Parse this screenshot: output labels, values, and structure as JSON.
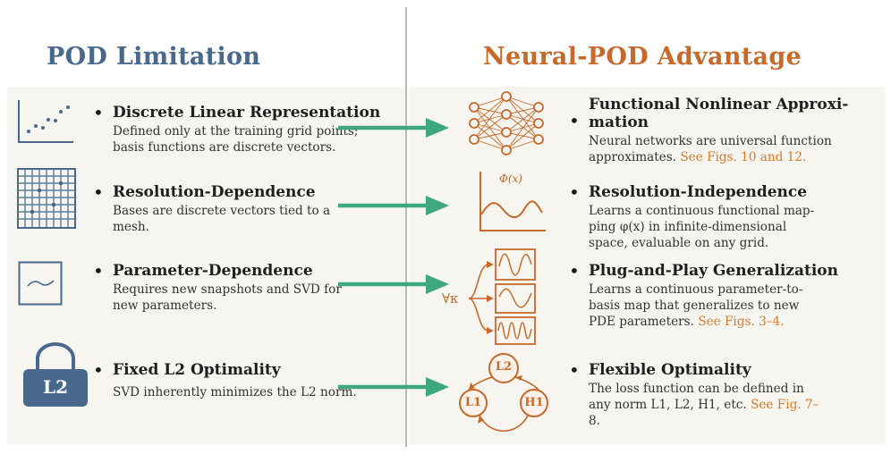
{
  "titles": {
    "left": "POD Limitation",
    "right": "Neural-POD Advantage"
  },
  "colors": {
    "left_blue": "#48688c",
    "right_orange": "#c8692a",
    "arrow_green": "#3fa87e",
    "panel_bg": "#f7f5f0"
  },
  "left_items": [
    {
      "title": "Discrete Linear Representation",
      "lines": [
        "Defined only at the training grid points;",
        "basis functions are discrete vectors."
      ],
      "icon": "scatter-plot-icon"
    },
    {
      "title": "Resolution-Dependence",
      "lines": [
        "Bases are discrete vectors tied to a",
        "mesh."
      ],
      "icon": "mesh-grid-icon"
    },
    {
      "title": "Parameter-Dependence",
      "lines": [
        "Requires new snapshots and SVD for",
        "new parameters."
      ],
      "icon": "curve-box-icon"
    },
    {
      "title": "Fixed L2 Optimality",
      "lines": [
        "SVD inherently minimizes the L2 norm."
      ],
      "icon": "padlock-icon",
      "icon_label": "L2"
    }
  ],
  "right_items": [
    {
      "title_lines": [
        "Functional Nonlinear Approxi-",
        "mation"
      ],
      "lines": [
        "Neural networks are universal function",
        "approximates."
      ],
      "ref": "See Figs. 10 and 12.",
      "icon": "neural-network-icon"
    },
    {
      "title_lines": [
        "Resolution-Independence"
      ],
      "lines": [
        "Learns a continuous functional map-",
        "ping φ(x) in infinite-dimensional",
        "space, evaluable on any grid."
      ],
      "ref": "",
      "icon": "function-plot-icon",
      "icon_label": "Φ(x)"
    },
    {
      "title_lines": [
        "Plug-and-Play Generalization"
      ],
      "lines": [
        "Learns a continuous parameter-to-",
        "basis map that generalizes to new",
        "PDE parameters."
      ],
      "ref": "See Figs. 3–4.",
      "icon": "forall-kappa-icon",
      "icon_label": "∀κ"
    },
    {
      "title_lines": [
        "Flexible Optimality"
      ],
      "lines": [
        "The loss function can be defined in",
        "any norm L1, L2, H1, etc."
      ],
      "ref": "See Fig. 7–",
      "ref_line2": "8.",
      "icon": "norm-cycle-icon",
      "icon_labels": [
        "L2",
        "L1",
        "H1"
      ]
    }
  ]
}
